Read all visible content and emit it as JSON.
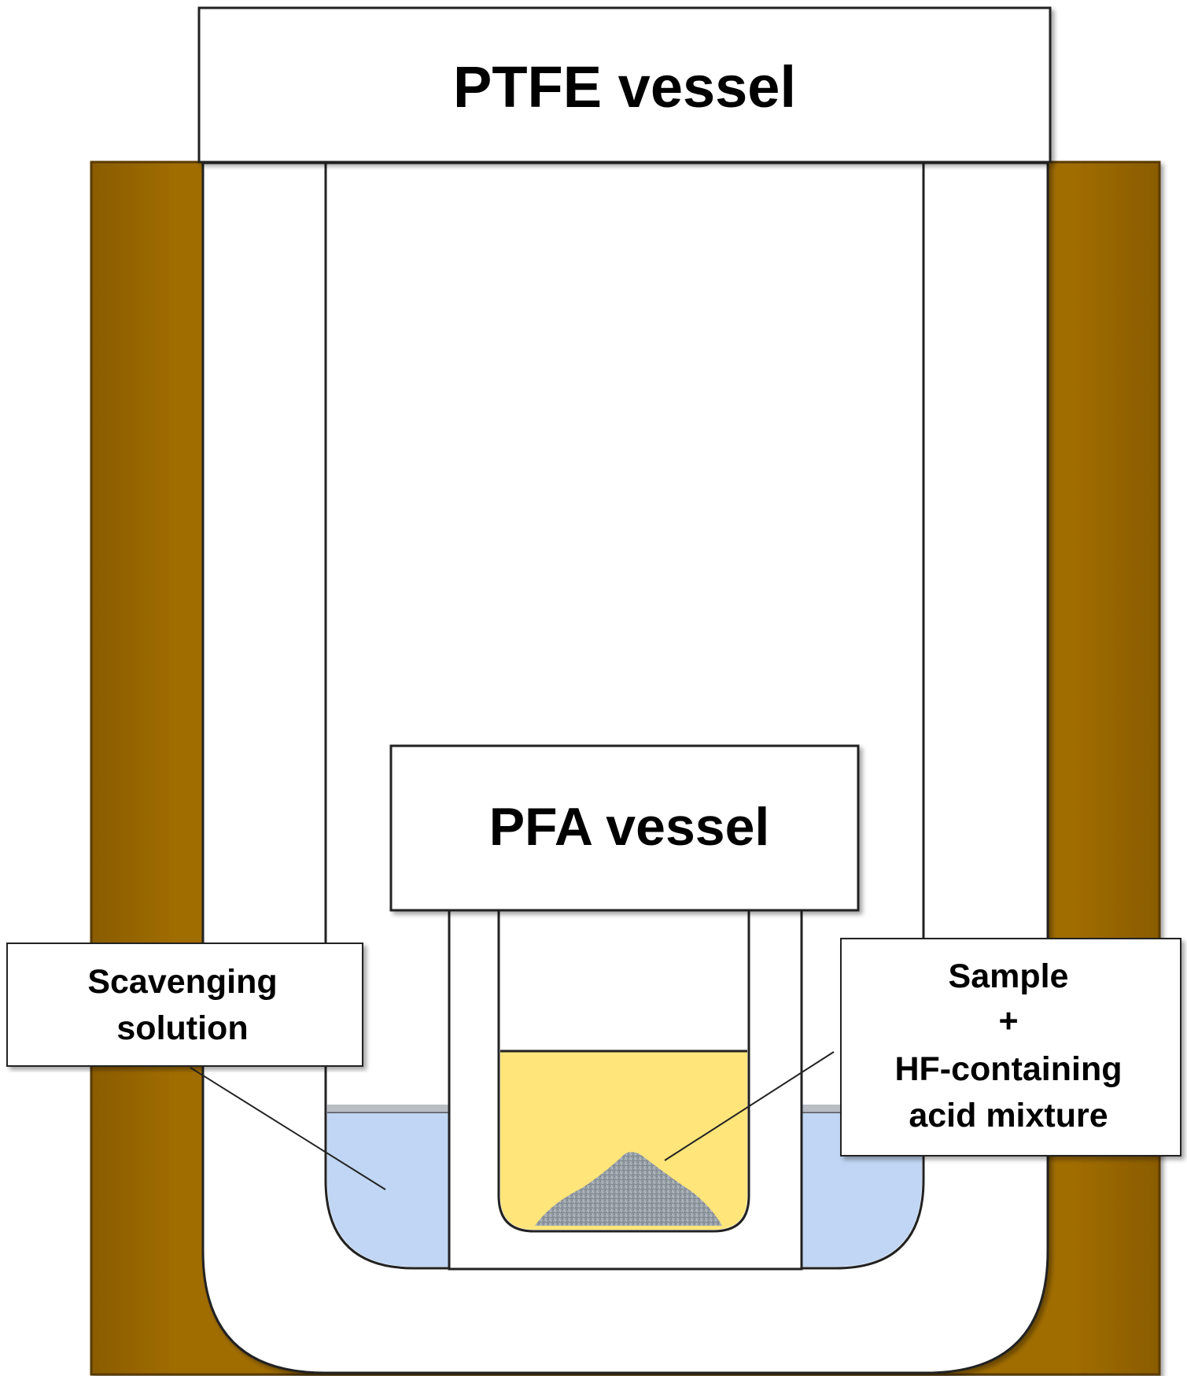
{
  "labels": {
    "ptfe_vessel": "PTFE vessel",
    "pfa_vessel": "PFA vessel",
    "scavenging_line1": "Scavenging",
    "scavenging_line2": "solution",
    "sample_line1": "Sample",
    "sample_line2": "+",
    "sample_line3": "HF-containing",
    "sample_line4": "acid mixture"
  },
  "colors": {
    "outer_jacket": "#A06D05",
    "scavenging_solution": "#C0D6F4",
    "acid_mixture": "#FFE57A",
    "sample_powder": "#9AA3AB",
    "vessel_wall": "#FFFFFF",
    "outline": "#000000"
  }
}
